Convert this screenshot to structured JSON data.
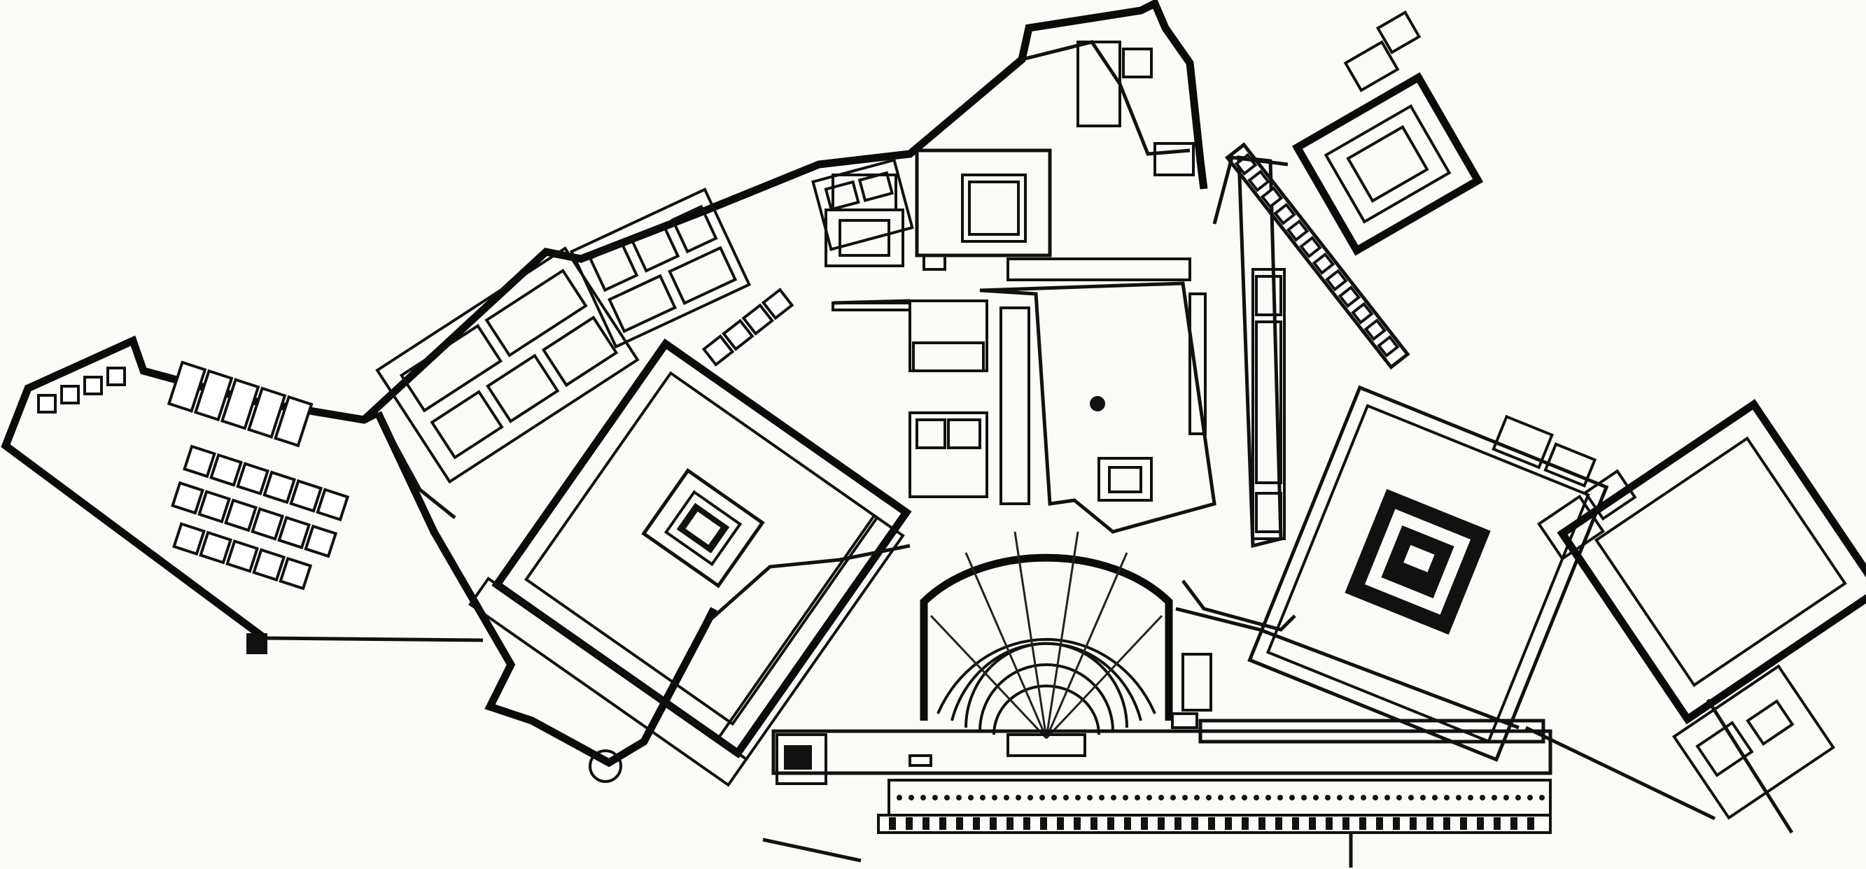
{
  "plan": {
    "kind": "architectural site plan",
    "style": "black line drawing on off-white paper",
    "printed_text": []
  },
  "colors": {
    "ink": "#111111",
    "paper": "#fbfbf7"
  },
  "features": [
    {
      "name": "fortification-wall",
      "shape": "polyline"
    },
    {
      "name": "west-enclosure",
      "shape": "polygon"
    },
    {
      "name": "rectangular-temple-enclosure",
      "shape": "rotated-rectangle"
    },
    {
      "name": "colonnaded-courtyard",
      "shape": "rectangle"
    },
    {
      "name": "theatre",
      "shape": "semicircle"
    },
    {
      "name": "long-stoa",
      "shape": "rectangle"
    },
    {
      "name": "eastern-temple-enclosure",
      "shape": "rotated-rectangle"
    },
    {
      "name": "east-courtyard-building",
      "shape": "rotated-rectangle"
    },
    {
      "name": "northeast-building",
      "shape": "rotated-rectangle"
    }
  ]
}
